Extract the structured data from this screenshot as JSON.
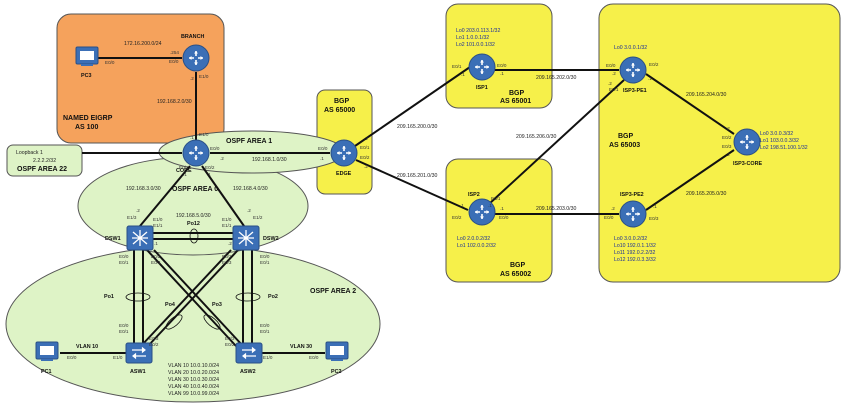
{
  "zones": {
    "eigrp": {
      "title": "NAMED EIGRP",
      "as": "AS 100",
      "color": "#f5a25c"
    },
    "bgp_edge": {
      "title": "BGP",
      "as": "AS 65000",
      "color": "#f6f04a"
    },
    "isp1": {
      "title": "BGP",
      "as": "AS 65001"
    },
    "isp2": {
      "title": "BGP",
      "as": "AS 65002"
    },
    "isp3": {
      "title": "BGP",
      "as": "AS 65003"
    },
    "ospf1": {
      "title": "OSPF AREA 1",
      "color": "#def3c6"
    },
    "ospf0": {
      "title": "OSPF AREA 0"
    },
    "ospf2": {
      "title": "OSPF AREA 2"
    },
    "ospf22": {
      "title": "OSPF AREA 22",
      "loopback": "Loopback 1",
      "ip": "2.2.2.2/32"
    }
  },
  "devices": {
    "branch": "BRANCH",
    "pc3": "PC3",
    "core": "CORE",
    "edge": "EDGE",
    "isp1": "ISP1",
    "isp2": "ISP2",
    "isp3pe1": "ISP3-PE1",
    "isp3pe2": "ISP3-PE2",
    "isp3core": "ISP3-CORE",
    "dsw1": "DSW1",
    "dsw2": "DSW2",
    "asw1": "ASW1",
    "asw2": "ASW2",
    "pc1": "PC1",
    "pc2": "PC2"
  },
  "loopbacks": {
    "isp1": [
      "Lo0 203.0.113.1/32",
      "Lo1 1.0.0.1/32",
      "Lo2 101.0.0.1/32"
    ],
    "isp2": [
      "Lo0 2.0.0.2/32",
      "Lo1 102.0.0.2/32"
    ],
    "isp3pe1": [
      "Lo0 3.0.0.1/32"
    ],
    "isp3pe2": [
      "Lo0 3.0.0.2/32",
      "Lo10 192.0.1.1/32",
      "Lo11 192.0.2.2/32",
      "Lo12 192.0.3.3/32"
    ],
    "isp3core": [
      "Lo0 3.0.0.3/32",
      "Lo1 103.0.0.3/32",
      "Lo2 198.51.100.1/32"
    ]
  },
  "subnets": {
    "pc3_branch": "172.16.200.0/24",
    "branch_core": "192.168.2.0/30",
    "core_edge": "192.168.1.0/30",
    "core_dsw1": "192.168.3.0/30",
    "core_dsw2": "192.168.4.0/30",
    "dsw_dsw": "192.168.5.0/30",
    "edge_isp1": "209.165.200.0/30",
    "edge_isp2": "209.165.201.0/30",
    "isp1_pe1": "209.165.202.0/30",
    "isp2_pe1": "209.165.206.0/30",
    "isp2_pe2": "209.165.203.0/30",
    "pe1_core": "209.165.204.0/30",
    "pe2_core": "209.165.205.0/30"
  },
  "portchannels": {
    "po1": "Po1",
    "po2": "Po2",
    "po3": "Po3",
    "po4": "Po4",
    "po12": "Po12"
  },
  "vlans": {
    "pc1": "VLAN 10",
    "pc2": "VLAN 30",
    "list": [
      "VLAN 10 10.0.10.0/24",
      "VLAN 20 10.0.20.0/24",
      "VLAN 30 10.0.30.0/24",
      "VLAN 40 10.0.40.0/24",
      "VLAN 99 10.0.99.0/24"
    ]
  },
  "ifaces": {
    "pc3": "E0/0",
    "branch_pc3": "E0/0",
    "branch_pc3_ip": ".254",
    "branch_down": "E1/0",
    "branch_down_ip": ".2",
    "core_up": "E1/0",
    "core_up_ip": ".1",
    "core_edge": "E0/0",
    "core_edge_ip": ".2",
    "core_d1": "E0/1",
    "core_d2": "E0/2",
    "core_d1_ip": ".1",
    "core_d2_ip": ".1",
    "edge_core": "E0/0",
    "edge_core_ip": ".1",
    "edge_isp1": "E0/1",
    "edge_isp1_ip": ".2",
    "edge_isp2": "E0/2",
    "edge_isp2_ip": ".2",
    "isp1_edge": "E0/1",
    "isp1_edge_ip": ".1",
    "isp1_pe1": "E0/0",
    "isp1_pe1_ip": ".1",
    "pe1_isp1": "E0/0",
    "pe1_isp1_ip": ".2",
    "pe1_isp2": "E0/1",
    "pe1_isp2_ip": ".2",
    "pe1_core": "E0/2",
    "pe1_core_ip": ".1",
    "isp2_edge": "E0/2",
    "isp2_edge_ip": ".1",
    "isp2_pe1": "E0/1",
    "isp2_pe1_ip": ".1",
    "isp2_pe2": "E0/0",
    "isp2_pe2_ip": ".1",
    "pe2_isp2": "E0/0",
    "pe2_isp2_ip": ".2",
    "pe2_core": "E0/3",
    "pe2_core_ip": ".1",
    "ispcore_pe1": "E0/2",
    "ispcore_pe1_ip": ".2",
    "ispcore_pe2": "E0/3",
    "ispcore_pe2_ip": ".2",
    "dsw1_up": "E1/3",
    "dsw1_up_ip": ".2",
    "dsw1_e10": "E1/0",
    "dsw1_e11": "E1/1",
    "dsw1_ip": ".1",
    "dsw1_d0": "E0/0",
    "dsw1_d1": "E0/1",
    "dsw1_d2": "E0/2",
    "dsw1_d3": "E0/3",
    "dsw2_up": "E1/2",
    "dsw2_up_ip": ".2",
    "dsw2_e10": "E1/0",
    "dsw2_e11": "E1/1",
    "dsw2_ip": ".2",
    "dsw2_d0": "E0/0",
    "dsw2_d1": "E0/1",
    "dsw2_d2": "E0/2",
    "dsw2_d3": "E0/3",
    "asw1_u0": "E0/0",
    "asw1_u1": "E0/1",
    "asw1_u2": "E0/2",
    "asw1_u3": "E0/3",
    "asw1_pc": "E1/0",
    "asw2_u0": "E0/0",
    "asw2_u1": "E0/1",
    "asw2_u2": "E0/2",
    "asw2_u3": "E0/3",
    "asw2_pc": "E1/0",
    "pc1": "E0/0",
    "pc2": "E0/0"
  }
}
